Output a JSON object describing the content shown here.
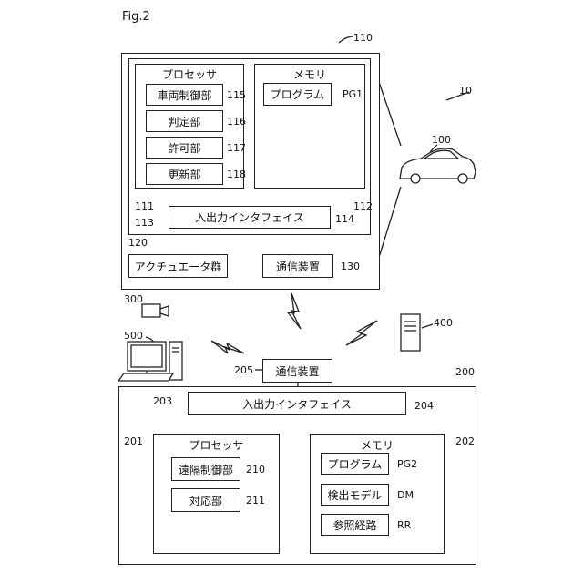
{
  "figure": {
    "title": "Fig.2"
  },
  "vehicle": {
    "ref": "110",
    "processor": {
      "title": "プロセッサ",
      "units": [
        {
          "label": "車両制御部",
          "ref": "115"
        },
        {
          "label": "判定部",
          "ref": "116"
        },
        {
          "label": "許可部",
          "ref": "117"
        },
        {
          "label": "更新部",
          "ref": "118"
        }
      ],
      "ref": "111"
    },
    "memory": {
      "title": "メモリ",
      "program": {
        "label": "プログラム",
        "ref": "PG1"
      },
      "ref": "112"
    },
    "io": {
      "label": "入出力インタフェイス",
      "ref_left": "113",
      "ref_right": "114"
    },
    "actuators": {
      "label": "アクチュエータ群",
      "ref": "120"
    },
    "comm": {
      "label": "通信装置",
      "ref": "130"
    }
  },
  "system_ref": "10",
  "car_ref": "100",
  "camera_ref": "300",
  "terminal_ref": "500",
  "server_ref": "400",
  "remote": {
    "ref": "200",
    "comm": {
      "label": "通信装置",
      "ref": "205"
    },
    "io": {
      "label": "入出力インタフェイス",
      "ref_left": "203",
      "ref_right": "204"
    },
    "processor": {
      "title": "プロセッサ",
      "ref": "201",
      "units": [
        {
          "label": "遠隔制御部",
          "ref": "210"
        },
        {
          "label": "対応部",
          "ref": "211"
        }
      ]
    },
    "memory": {
      "title": "メモリ",
      "ref": "202",
      "items": [
        {
          "label": "プログラム",
          "ref": "PG2"
        },
        {
          "label": "検出モデル",
          "ref": "DM"
        },
        {
          "label": "参照経路",
          "ref": "RR"
        }
      ]
    }
  }
}
